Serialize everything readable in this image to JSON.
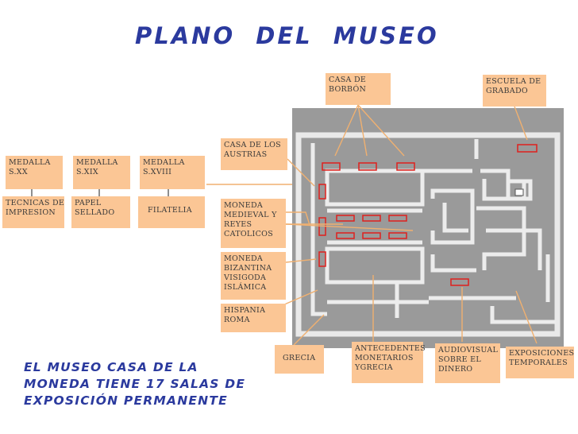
{
  "title": "PLANO  DEL  MUSEO",
  "subtitle_lines": [
    "EL MUSEO CASA DE LA",
    "MONEDA TIENE 17 SALAS DE",
    "EXPOSICIÓN PERMANENTE"
  ],
  "labels": {
    "casa_borbon": [
      "CASA DE",
      "BORBÓN"
    ],
    "escuela_grabado": [
      "ESCUELA DE",
      "GRABADO"
    ],
    "casa_austrias": [
      "CASA DE LOS",
      "AUSTRIAS"
    ],
    "medalla_xx": [
      "MEDALLA",
      "S.XX"
    ],
    "medalla_xix": [
      "MEDALLA",
      "S.XIX"
    ],
    "medalla_xviii": [
      "MEDALLA",
      "S.XVIII"
    ],
    "tecnicas": [
      "TECNICAS DE",
      "IMPRESION"
    ],
    "papel": [
      "PAPEL",
      "SELLADO"
    ],
    "filatelia": [
      "FILATELIA"
    ],
    "moneda_medieval": [
      "MONEDA",
      "MEDIEVAL Y",
      "REYES",
      "CATOLICOS"
    ],
    "moneda_bizantina": [
      "MONEDA",
      "BIZANTINA",
      "VISIGODA",
      "ISLÁMICA"
    ],
    "hispania": [
      "HISPANIA",
      "ROMA"
    ],
    "grecia": [
      "GRECIA"
    ],
    "antecedentes": [
      "ANTECEDENTES",
      "MONETARIOS",
      "YGRECIA"
    ],
    "audiovisual": [
      "AUDIOVISUAL",
      "SOBRE EL",
      "DINERO"
    ],
    "exposiciones": [
      "EXPOSICIONES",
      "TEMPORALES"
    ]
  },
  "colors": {
    "title": "#2b3a9e",
    "label_bg": "#fbc695",
    "plan_bg": "#9a9a9a",
    "walls": "#eaeaea",
    "marker": "#e0201c",
    "connector": "#f0b070"
  }
}
